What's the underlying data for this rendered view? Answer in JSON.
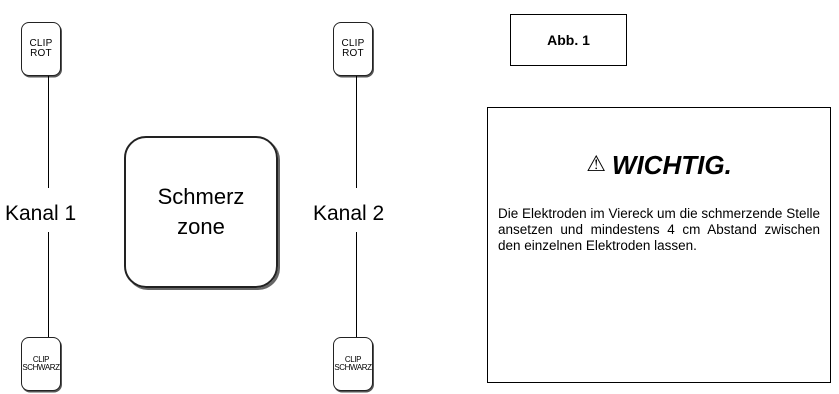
{
  "clips": {
    "top_left": {
      "line1": "CLIP",
      "line2": "ROT"
    },
    "top_right": {
      "line1": "CLIP",
      "line2": "ROT"
    },
    "bottom_left": {
      "line1": "CLIP",
      "line2": "SCHWARZ"
    },
    "bottom_right": {
      "line1": "CLIP",
      "line2": "SCHWARZ"
    }
  },
  "channels": {
    "left": "Kanal 1",
    "right": "Kanal 2"
  },
  "zone": {
    "line1": "Schmerz",
    "line2": "zone"
  },
  "figure_label": "Abb. 1",
  "warning": {
    "icon": "warning-triangle-icon",
    "icon_glyph": "⚠",
    "title": "WICHTIG.",
    "text": "Die Elektroden im Viereck um die schmerzende Stelle ansetzen und mindestens 4 cm Abstand zwischen den einzelnen Elektroden lassen."
  }
}
